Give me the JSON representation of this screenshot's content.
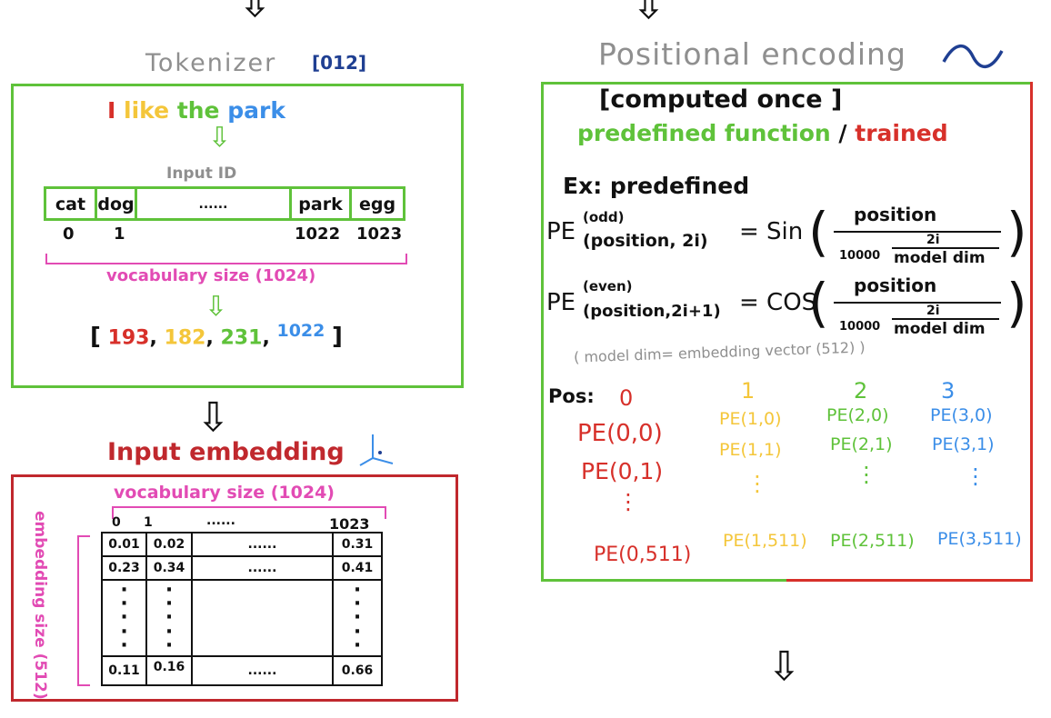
{
  "tokenizer": {
    "title": "Tokenizer",
    "tag": "[012]",
    "sentence": [
      "I",
      "like",
      "the",
      "park"
    ],
    "input_id_label": "Input ID",
    "vocab_cells": [
      "cat",
      "dog",
      "......",
      "park",
      "egg"
    ],
    "vocab_ids": [
      "0",
      "1",
      "1022",
      "1023"
    ],
    "vocab_size_label": "vocabulary size (1024)",
    "id_list_open": "[",
    "id_list": [
      "193",
      "182",
      "231",
      "1022"
    ],
    "id_list_close": "]"
  },
  "embedding": {
    "title": "Input embedding",
    "vocab_size_label": "vocabulary size (1024)",
    "embedding_size_label": "embedding size (512)",
    "col_headers": [
      "0",
      "1",
      "......",
      "1023"
    ],
    "rows": [
      [
        "0.01",
        "0.02",
        "......",
        "0.31"
      ],
      [
        "0.23",
        "0.34",
        "......",
        "0.41"
      ],
      [
        ":",
        ":",
        "",
        ":"
      ],
      [
        "0.11",
        "0.16",
        "......",
        "0.66"
      ]
    ]
  },
  "positional": {
    "title": "Positional encoding",
    "computed_once": "[computed once ]",
    "predefined_function": "predefined function",
    "slash": "/",
    "trained": "trained",
    "example_label": "Ex: predefined",
    "eq_odd_pe": "PE",
    "eq_odd_sup": "(odd)",
    "eq_odd_sub": "(position, 2i)",
    "eq_odd_fn": "= Sin",
    "eq_even_pe": "PE",
    "eq_even_sup": "(even)",
    "eq_even_sub": "(position,2i+1)",
    "eq_even_fn": "= COS",
    "numerator": "position",
    "denominator_base": "10000",
    "exponent_num": "2i",
    "exponent_den": "model dim",
    "note": "( model dim= embedding vector (512) )",
    "pos_label": "Pos:",
    "positions": [
      "0",
      "1",
      "2",
      "3"
    ],
    "col0": [
      "PE(0,0)",
      "PE(0,1)",
      "⋮",
      "PE(0,511)"
    ],
    "col1": [
      "PE(1,0)",
      "PE(1,1)",
      "⋮",
      "PE(1,511)"
    ],
    "col2": [
      "PE(2,0)",
      "PE(2,1)",
      "⋮",
      "PE(2,511)"
    ],
    "col3": [
      "PE(3,0)",
      "PE(3,1)",
      "⋮",
      "PE(3,511)"
    ]
  },
  "colors": {
    "green": "#5fc23a",
    "red": "#d7302a",
    "yellow": "#f4c63a",
    "blue": "#3b8ee8",
    "pink": "#e24bb4",
    "gray": "#8f8f8f"
  }
}
